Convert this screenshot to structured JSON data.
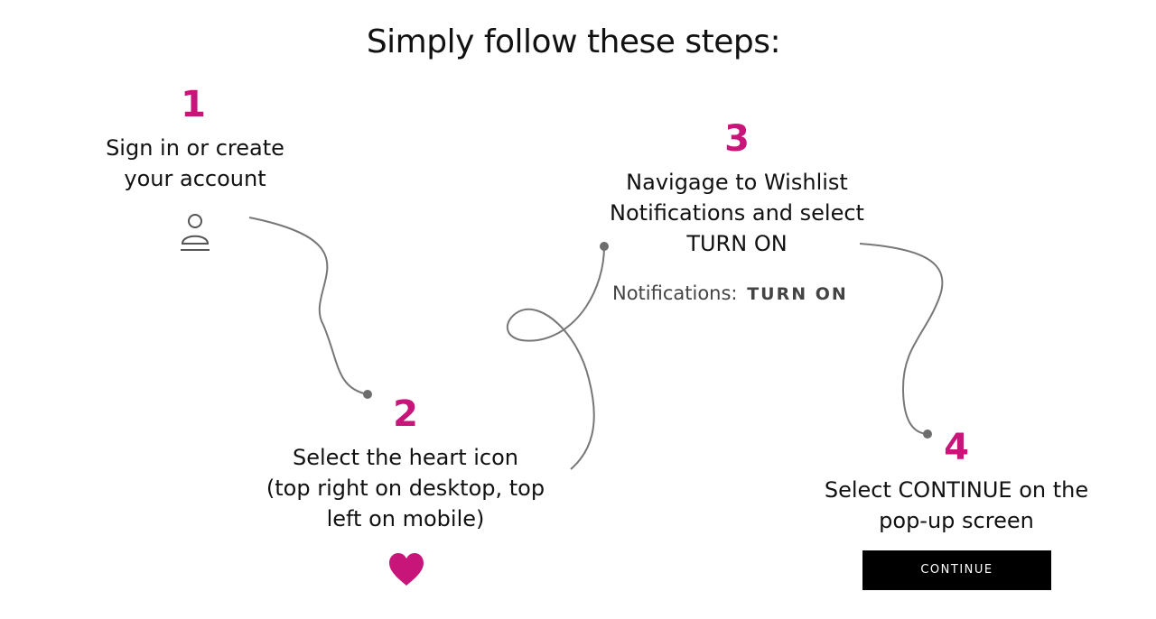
{
  "title": "Simply follow these steps:",
  "accent_color": "#c8157a",
  "steps": [
    {
      "number": "1",
      "text": "Sign in or create\nyour account",
      "icon": "user-account-icon"
    },
    {
      "number": "2",
      "text": "Select the heart icon\n(top right on desktop, top\nleft on mobile)",
      "icon": "heart-icon"
    },
    {
      "number": "3",
      "text": "Navigage to Wishlist\nNotifications and select\nTURN ON"
    },
    {
      "number": "4",
      "text": "Select CONTINUE on the\npop-up screen"
    }
  ],
  "notifications": {
    "label": "Notifications:",
    "action": "TURN ON"
  },
  "continue_button": {
    "label": "CONTINUE"
  }
}
